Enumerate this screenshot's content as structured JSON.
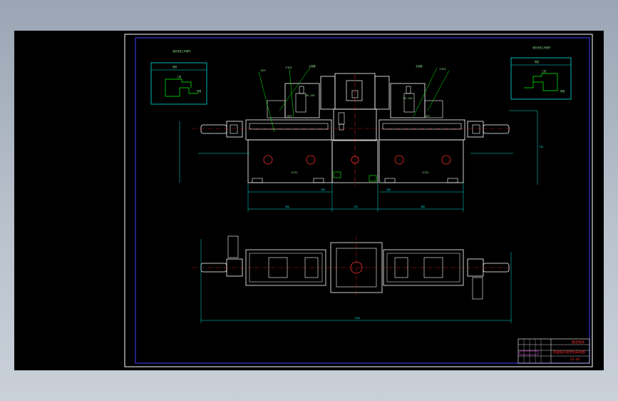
{
  "drawing": {
    "colors": {
      "background": "#000000",
      "border": "#ffffff",
      "inner_border": "#4040ff",
      "outline": "#ffffff",
      "dimension": "#00e0e0",
      "annotation": "#00ff00",
      "centerline": "#ff2020",
      "title_red": "#ff3030",
      "title_magenta": "#ff40ff"
    },
    "left_table": {
      "title": "液压系统工作循环",
      "row1": "快进",
      "row2": "工进",
      "row3": "快退"
    },
    "right_table": {
      "title": "液压系统工作循环",
      "row1": "快进",
      "row2": "工进",
      "row3": "快退"
    },
    "front_view": {
      "callout_left_1": "1HY5",
      "callout_left_2": "1TD25",
      "callout_left_3": "主轴箱",
      "callout_left_4": "2HL-450",
      "callout_left_5": "1HY5",
      "callout_right_1": "主轴箱",
      "callout_right_2": "1TD25",
      "callout_right_3": "2HL-450",
      "callout_right_4": "1HY5",
      "left_base_label": "1CZ51",
      "right_base_label": "1CZ51",
      "dim_left": "300",
      "dim_right": "300",
      "dim_center": "470",
      "dim_small_left": "200",
      "dim_small_right": "200",
      "dim_height": "740"
    },
    "plan_view": {
      "dim_overall": "2440"
    },
    "title_block": {
      "name": "组合机床",
      "drawing_title": "双面钻孔组合机床总图",
      "number": "ZJ-01"
    }
  }
}
